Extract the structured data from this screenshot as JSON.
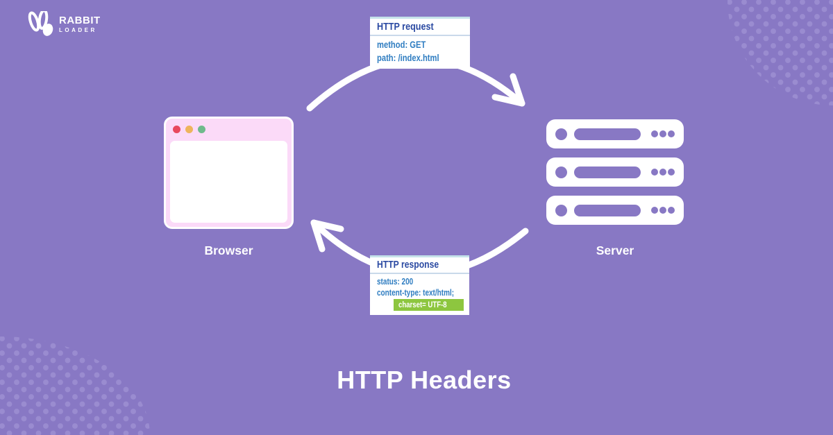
{
  "brand": {
    "line1": "RABBIT",
    "line2": "LOADER"
  },
  "diagram": {
    "request_card": {
      "title": "HTTP request",
      "lines": [
        "method: GET",
        "path: /index.html"
      ]
    },
    "response_card": {
      "title": "HTTP response",
      "lines": [
        "status: 200",
        "content-type: text/html;"
      ],
      "highlight": "charset= UTF-8"
    },
    "browser_label": "Browser",
    "server_label": "Server"
  },
  "title": "HTTP Headers",
  "colors": {
    "bg": "#8878c4",
    "dot": "#9a8cd0",
    "card_title": "#2b4aa2",
    "card_text": "#2f7dc1",
    "divider": "#c9d9ea",
    "card_top_edge": "#c5e2ea",
    "highlight_bg": "#8dc63f",
    "highlight_text": "#ffffff",
    "browser_bar": "#fbdaf8",
    "dot_red": "#e8485e",
    "dot_yellow": "#eeb45c",
    "dot_green": "#6fba8c"
  }
}
